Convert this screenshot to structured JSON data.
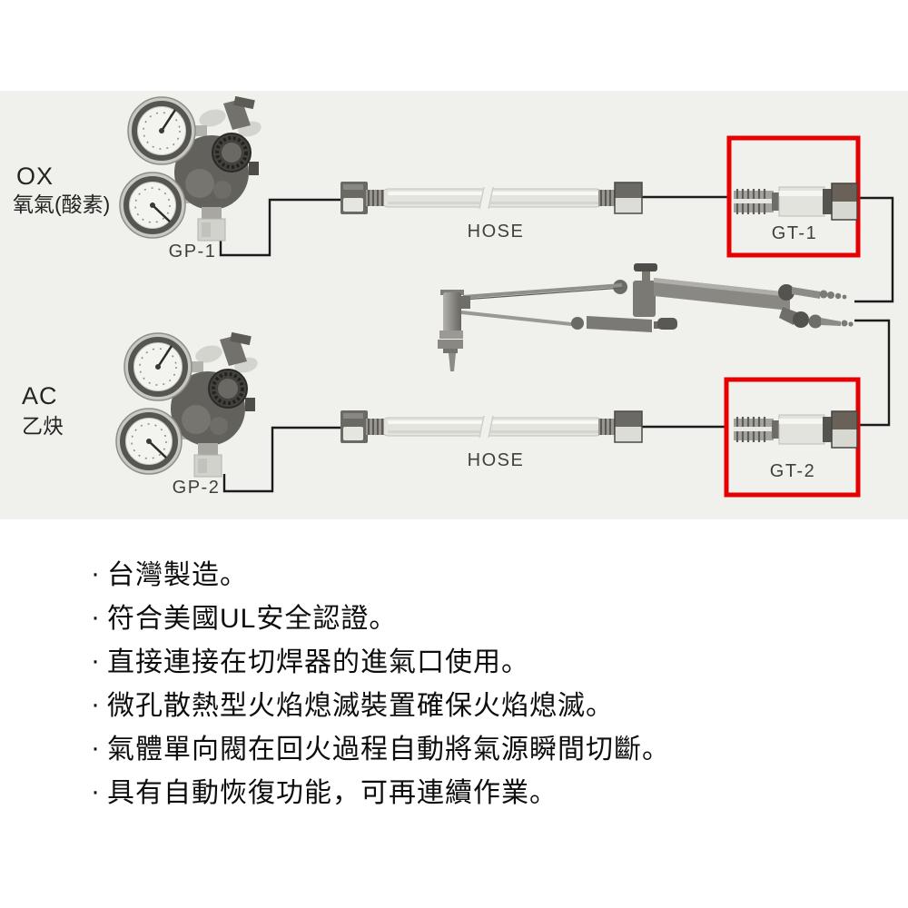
{
  "colors": {
    "highlight": "#e60000",
    "panel_bg": "#f0f0ed",
    "line": "#1b1b1b"
  },
  "diagram": {
    "oxygen": {
      "code": "OX",
      "name": "氧氣(酸素)",
      "regulator_label": "GP-1",
      "hose_label": "HOSE",
      "arrestor_label": "GT-1"
    },
    "acetylene": {
      "code": "AC",
      "name": "乙炔",
      "regulator_label": "GP-2",
      "hose_label": "HOSE",
      "arrestor_label": "GT-2"
    }
  },
  "bullet_char": "·",
  "features": [
    "台灣製造。",
    "符合美國UL安全認證。",
    "直接連接在切焊器的進氣口使用。",
    "微孔散熱型火焰熄滅裝置確保火焰熄滅。",
    "氣體單向閥在回火過程自動將氣源瞬間切斷。",
    "具有自動恢復功能，可再連續作業。"
  ]
}
